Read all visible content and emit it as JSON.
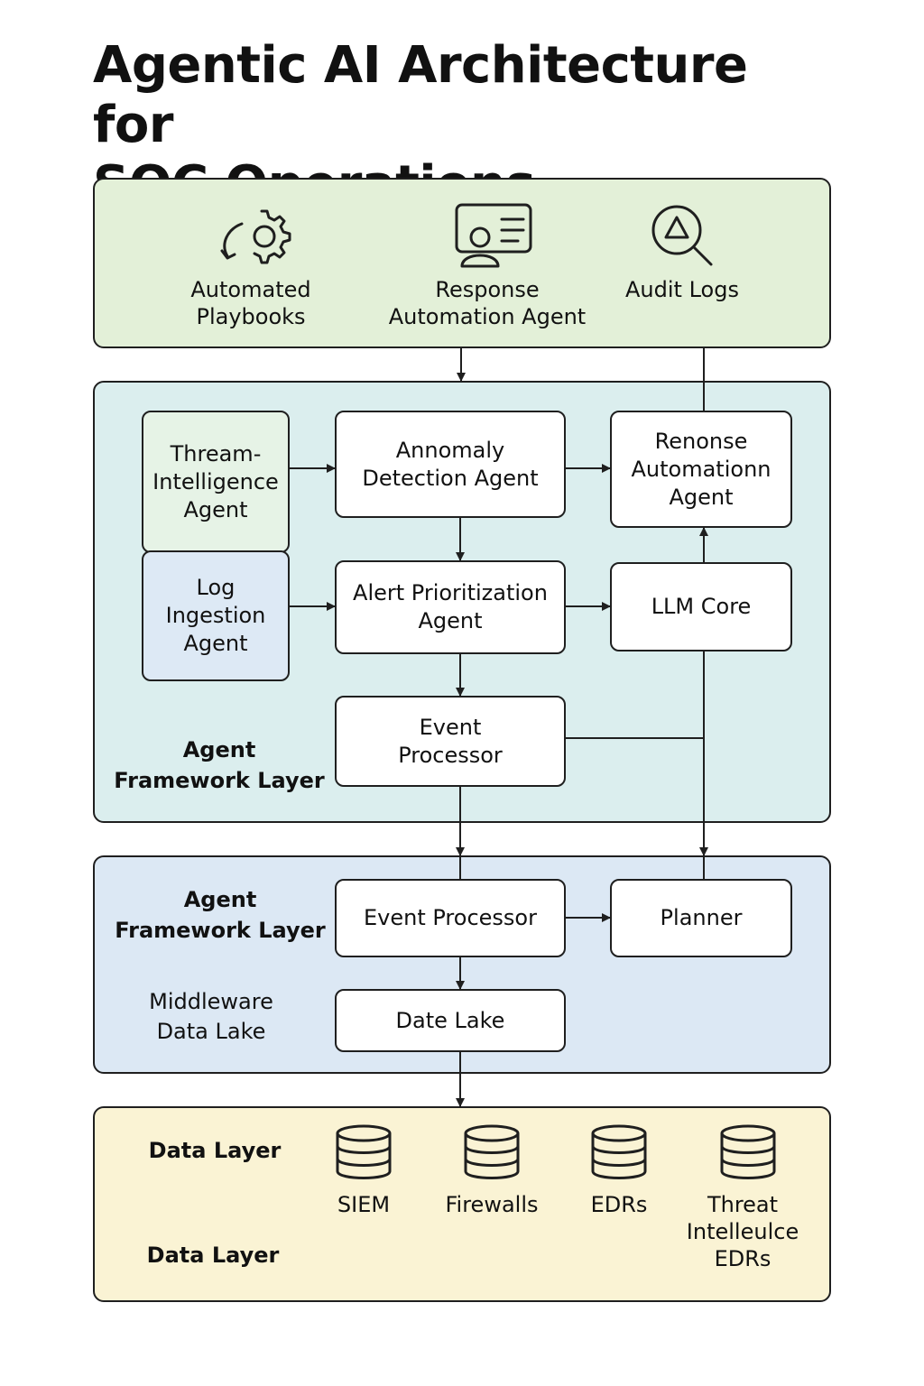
{
  "title": "Agentic AI Architecture for\nSOC Operations",
  "colors": {
    "top_layer": "#e3f0d8",
    "agent_layer": "#dbeeee",
    "middleware_layer": "#dce8f4",
    "data_layer": "#faf3d4",
    "threat_agent": "#e6f3e6",
    "log_agent": "#dde9f5",
    "stroke": "#1f1f1f"
  },
  "top_layer": {
    "items": [
      {
        "label": "Automated\nPlaybooks",
        "icon": "gear-icon"
      },
      {
        "label": "Response\nAutomation Agent",
        "icon": "id-card-icon"
      },
      {
        "label": "Audit Logs",
        "icon": "magnifier-alert-icon"
      }
    ]
  },
  "agent_layer": {
    "label": "Agent\nFramework Layer",
    "threat_agent": "Thream-\nIntelligence\nAgent",
    "log_agent": "Log\nIngestion\nAgent",
    "anomaly_agent": "Annomaly\nDetection Agent",
    "response_agent": "Renonse\nAutomationn\nAgent",
    "alert_agent": "Alert Prioritization\nAgent",
    "llm_core": "LLM Core",
    "event_processor": "Event\nProcessor"
  },
  "middleware_layer": {
    "label": "Agent\nFramework Layer",
    "sublabel": "Middleware\nData Lake",
    "event_processor": "Event Processor",
    "planner": "Planner",
    "data_lake": "Date Lake"
  },
  "data_layer": {
    "label_top": "Data Layer",
    "label_bottom": "Data Layer",
    "sources": [
      {
        "label": "SIEM",
        "icon": "database-icon"
      },
      {
        "label": "Firewalls",
        "icon": "database-icon"
      },
      {
        "label": "EDRs",
        "icon": "database-icon"
      },
      {
        "label": "Threat\nIntelleulce\nEDRs",
        "icon": "database-icon"
      }
    ]
  }
}
